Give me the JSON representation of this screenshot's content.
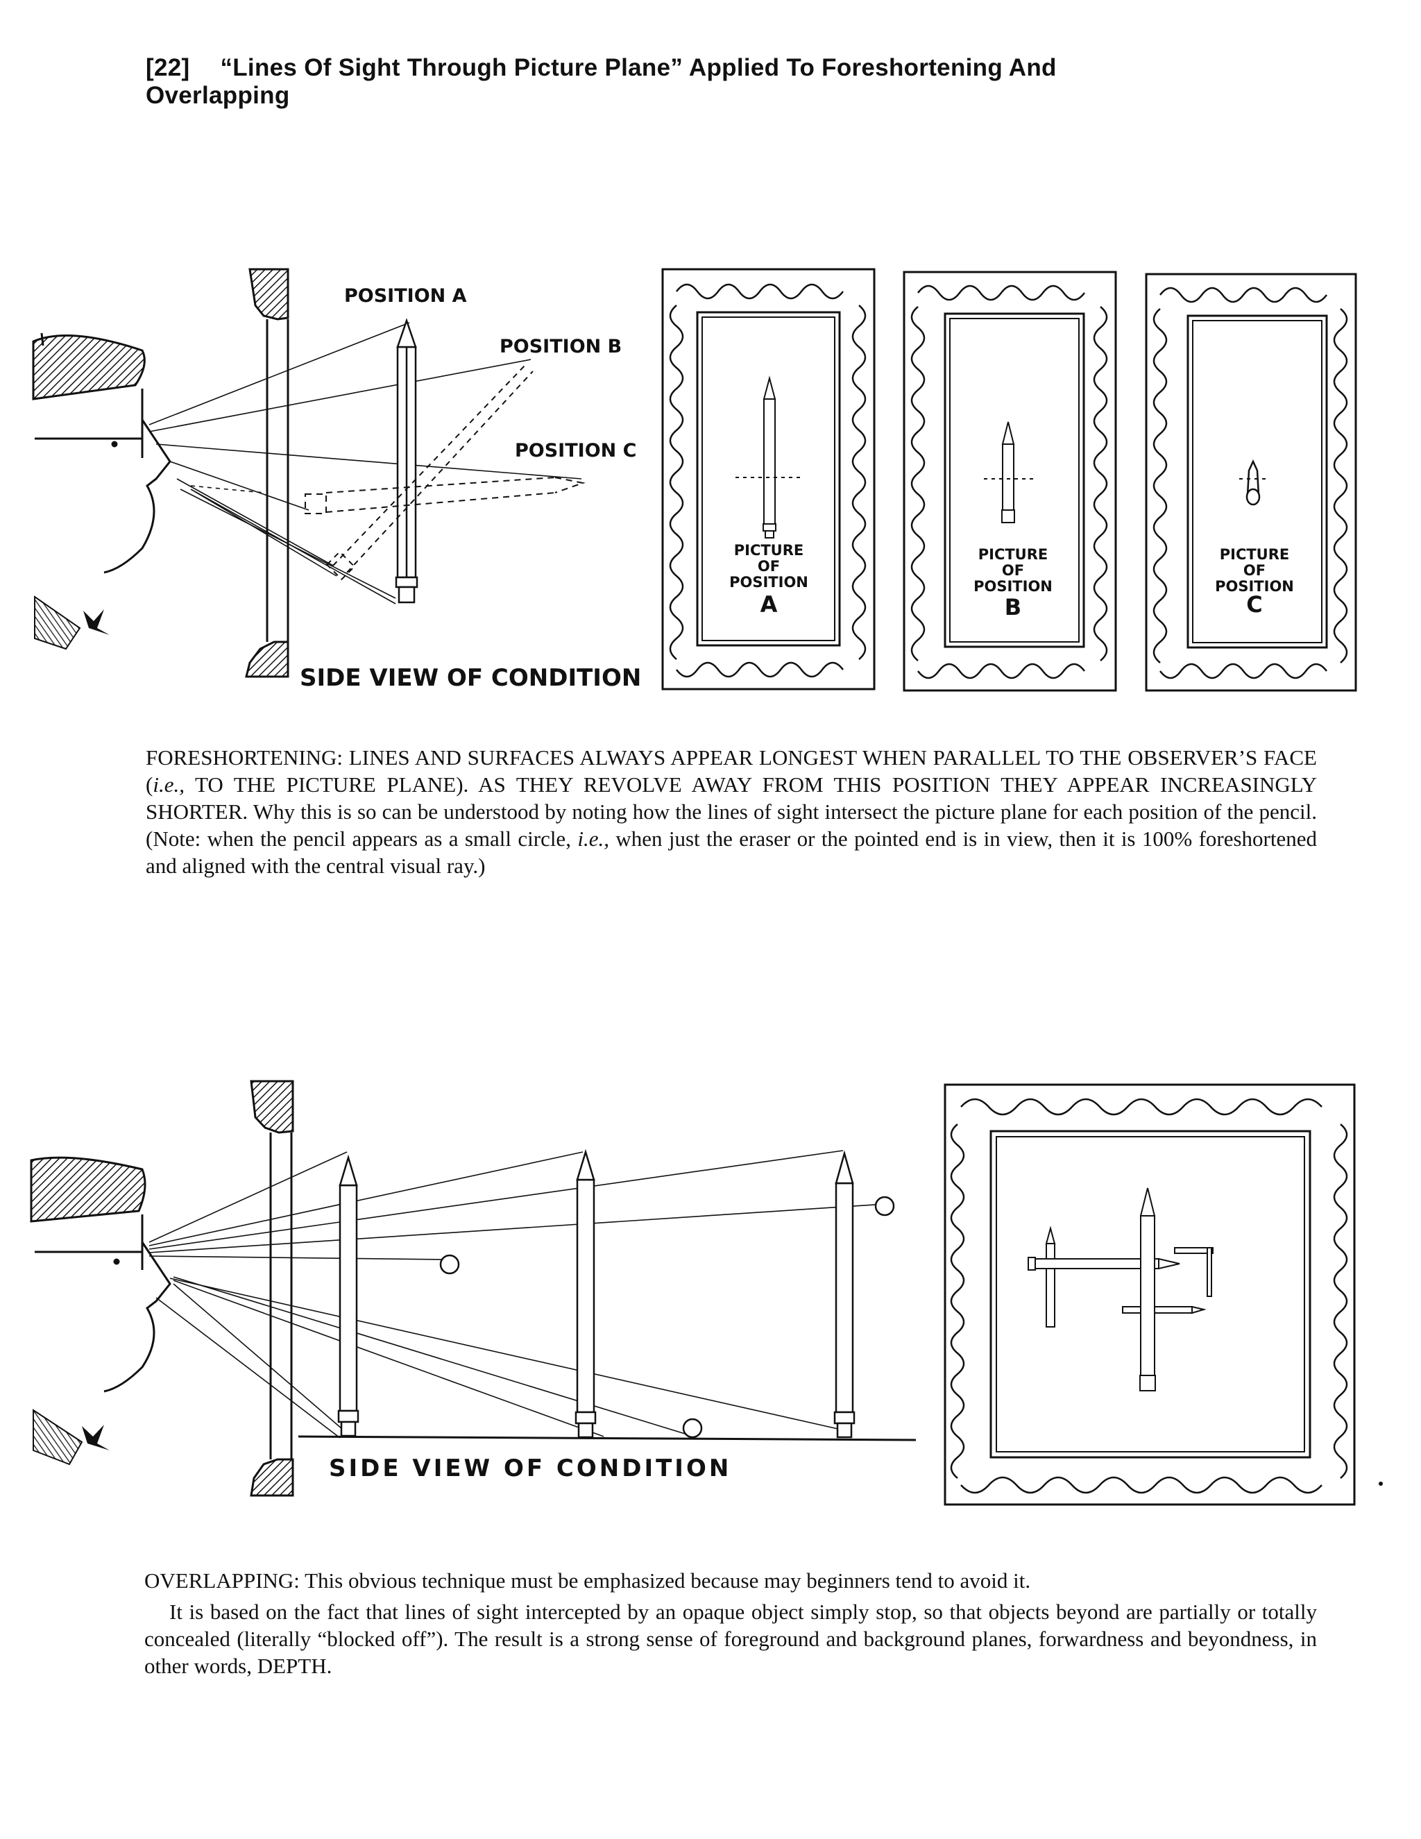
{
  "header": {
    "page_number": "[22]",
    "title": "“Lines Of Sight Through Picture Plane” Applied To Foreshortening And Overlapping"
  },
  "figure1": {
    "position_a": "POSITION A",
    "position_b": "POSITION B",
    "position_c": "POSITION C",
    "side_view": "SIDE VIEW OF CONDITION",
    "frames": [
      {
        "line1": "PICTURE",
        "line2": "OF",
        "line3": "POSITION",
        "letter": "A"
      },
      {
        "line1": "PICTURE",
        "line2": "OF",
        "line3": "POSITION",
        "letter": "B"
      },
      {
        "line1": "PICTURE",
        "line2": "OF",
        "line3": "POSITION",
        "letter": "C"
      }
    ]
  },
  "foreshortening": {
    "caps": "FORESHORTENING: LINES AND SURFACES ALWAYS APPEAR LONGEST WHEN PARALLEL TO THE OBSERVER’S FACE (",
    "ie1": "i.e.,",
    "caps2": " TO THE PICTURE PLANE). AS THEY REVOLVE AWAY FROM THIS POSITION THEY APPEAR INCREASINGLY SHORTER.",
    "body": " Why this is so can be understood by noting how the lines of sight intersect the picture plane for each position of the pencil. (Note: when the pencil appears as a small circle, ",
    "ie2": "i.e.,",
    "body2": " when just the eraser or the pointed end is in view, then it is 100% foreshortened and aligned with the central visual ray.)"
  },
  "figure2": {
    "side_view": "SIDE VIEW OF CONDITION"
  },
  "overlapping": {
    "heading": "OVERLAPPING: This obvious technique must be emphasized because may beginners tend to avoid it.",
    "body": "It is based on the fact that lines of sight intercepted by an opaque object simply stop, so that objects beyond are partially or totally concealed (literally “blocked off”). The result is a strong sense of foreground and background planes, forwardness and beyondness, in other words, DEPTH."
  }
}
